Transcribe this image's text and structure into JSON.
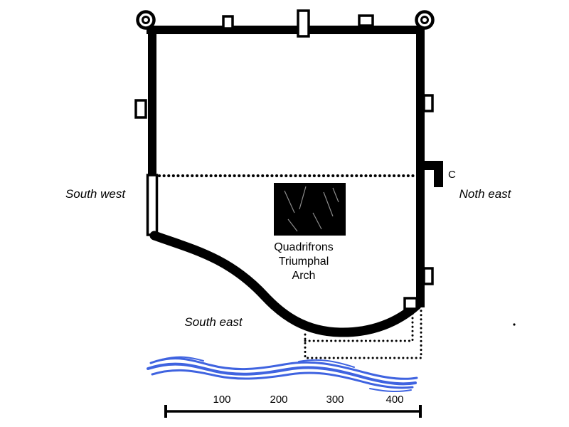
{
  "title": "Archaeological site plan with quadrifrons triumphal arch",
  "labels": {
    "south_west": "South west",
    "north_east": "Noth east",
    "south_east": "South east",
    "point_c": "C"
  },
  "arch": {
    "line1": "Quadrifrons",
    "line2": "Triumphal",
    "line3": "Arch"
  },
  "scale": {
    "labels": [
      "100",
      "200",
      "300",
      "400"
    ]
  },
  "colors": {
    "wall": "#000000",
    "river": "#3f63e0",
    "background": "#ffffff"
  }
}
